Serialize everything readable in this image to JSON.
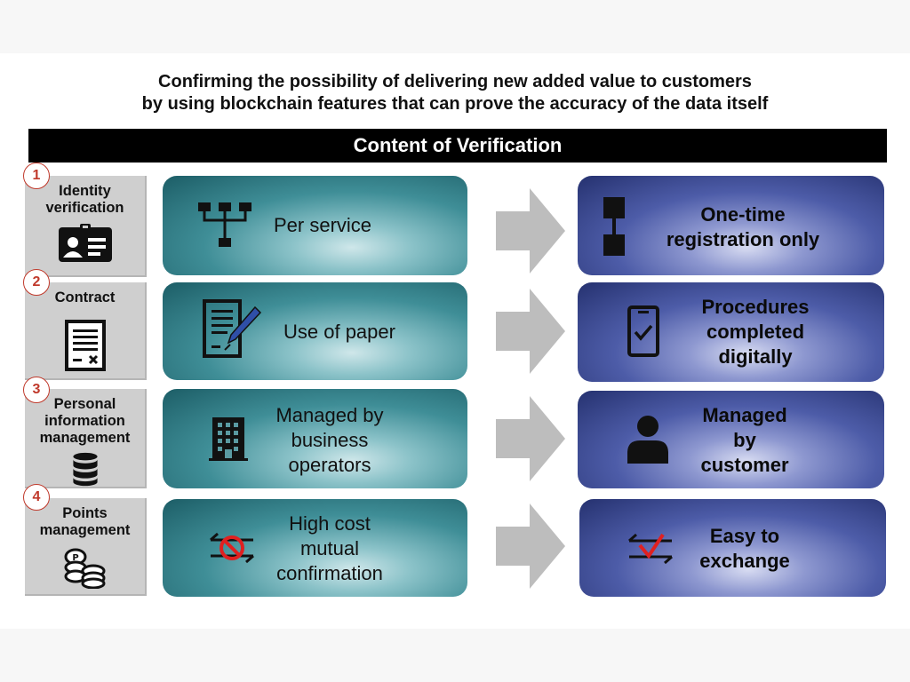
{
  "headline": {
    "line1": "Confirming the possibility of delivering new added value to customers",
    "line2": "by using blockchain features that can prove the accuracy of the data itself"
  },
  "bar_title": "Content of Verification",
  "rows": [
    {
      "number": "1",
      "label": [
        "Identity",
        "verification"
      ],
      "label_icon": "id-card-icon",
      "before_icon": "hierarchy-icon",
      "before_text": [
        "Per service"
      ],
      "after_icon": "linked-blocks-icon",
      "after_text": [
        "One-time",
        "registration only"
      ]
    },
    {
      "number": "2",
      "label": [
        "Contract"
      ],
      "label_icon": "document-icon",
      "before_icon": "paper-signing-icon",
      "before_text": [
        "Use of paper"
      ],
      "after_icon": "smartphone-check-icon",
      "after_text": [
        "Procedures",
        "completed",
        "digitally"
      ]
    },
    {
      "number": "3",
      "label": [
        "Personal",
        "information",
        "management"
      ],
      "label_icon": "database-icon",
      "before_icon": "office-building-icon",
      "before_text": [
        "Managed by",
        "business",
        "operators"
      ],
      "after_icon": "person-icon",
      "after_text": [
        "Managed",
        "by",
        "customer"
      ]
    },
    {
      "number": "4",
      "label": [
        "Points",
        "management"
      ],
      "label_icon": "coins-icon",
      "before_icon": "exchange-prohibited-icon",
      "before_text": [
        "High cost",
        "mutual",
        "confirmation"
      ],
      "after_icon": "exchange-check-icon",
      "after_text": [
        "Easy to",
        "exchange"
      ]
    }
  ],
  "colors": {
    "badge": "#c0392b",
    "prohibited": "#e02020",
    "check": "#e02020",
    "pen": "#2f4fa8"
  }
}
